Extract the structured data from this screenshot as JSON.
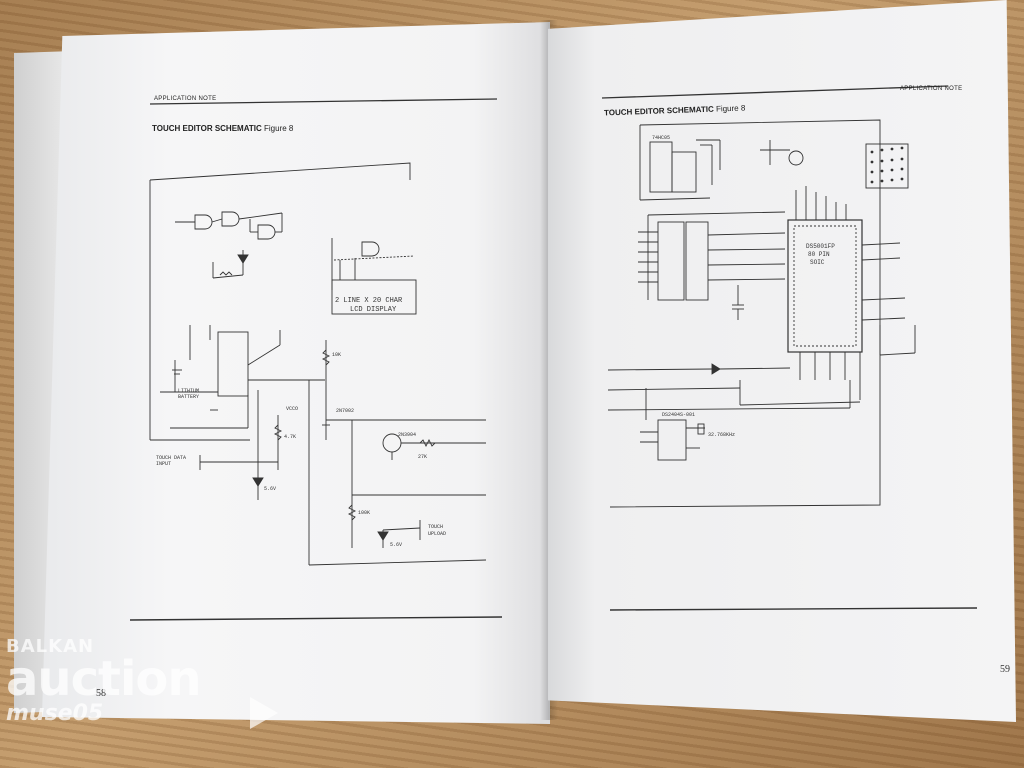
{
  "left_page": {
    "header": "APPLICATION NOTE",
    "figure_title": "TOUCH EDITOR SCHEMATIC",
    "figure_label": "Figure 8",
    "page_number": "58",
    "labels": {
      "lcd": "2 LINE X 20 CHAR",
      "lcd2": "LCD DISPLAY",
      "battery": "LITHIUM",
      "battery2": "BATTERY",
      "touch_data": "TOUCH DATA",
      "touch_data2": "INPUT",
      "touch_upload": "TOUCH",
      "touch_upload2": "UPLOAD",
      "q1": "2N7002",
      "q2": "2N3904",
      "r3": "100K",
      "z1": "5.6V",
      "z2": "5.6V",
      "vcc": "VCCO",
      "r1": "4.7K",
      "r2": "27K",
      "r4": "10K"
    }
  },
  "right_page": {
    "header": "APPLICATION NOTE",
    "figure_title": "TOUCH EDITOR SCHEMATIC",
    "figure_label": "Figure 8",
    "page_number": "59",
    "labels": {
      "cpu": "DS5001FP",
      "cpu2": "80 PIN",
      "cpu3": "SOIC",
      "u4": "DS2404S-001",
      "u1": "74HC05",
      "crystal": "32.768KHz"
    }
  },
  "watermark": {
    "line1": "BALKAN",
    "line2": "auction",
    "line3": "muse05"
  }
}
